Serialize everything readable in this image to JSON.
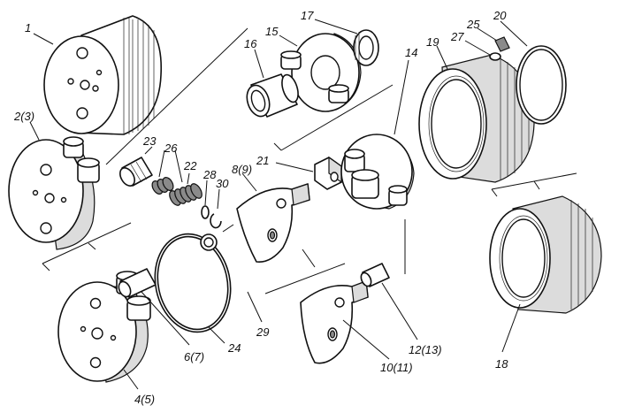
{
  "labels": {
    "p1": "1",
    "p2_3": "2(3)",
    "p4_5": "4(5)",
    "p6_7": "6(7)",
    "p8_9": "8(9)",
    "p10_11": "10(11)",
    "p12_13": "12(13)",
    "p14": "14",
    "p15": "15",
    "p16": "16",
    "p17": "17",
    "p18": "18",
    "p19": "19",
    "p20": "20",
    "p21": "21",
    "p22": "22",
    "p23": "23",
    "p24": "24",
    "p25": "25",
    "p26": "26",
    "p27": "27",
    "p28": "28",
    "p29": "29",
    "p30": "30"
  }
}
